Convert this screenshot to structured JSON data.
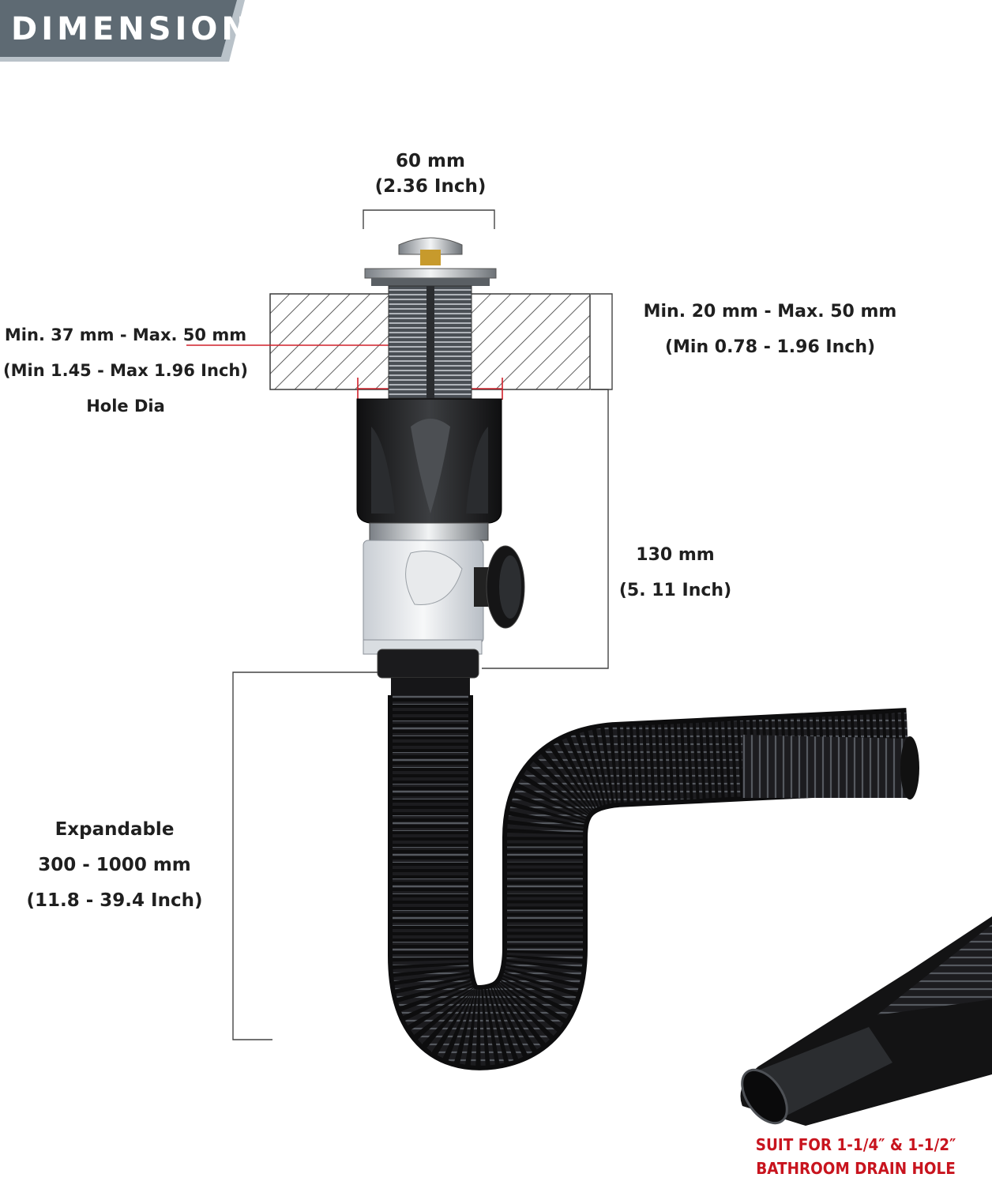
{
  "banner": {
    "title": "DIMENSION",
    "colors": {
      "dark": "#5e6a73",
      "light": "#b9c2c9"
    }
  },
  "dimensions": {
    "opening_width": {
      "metric": "60  mm",
      "imperial": "(2.36 Inch)"
    },
    "counter_thickness": {
      "metric": "Min. 20 mm - Max. 50 mm",
      "imperial": "(Min 0.78 - 1.96 Inch)"
    },
    "hole_diameter": {
      "metric": "Min. 37 mm - Max. 50 mm",
      "imperial": "(Min 1.45 - Max 1.96 Inch)",
      "label": "Hole Dia"
    },
    "body_height": {
      "metric": "130 mm",
      "imperial": "(5. 11 Inch)"
    },
    "hose_length": {
      "label": "Expandable",
      "metric": "300 - 1000 mm",
      "imperial": "(11.8 - 39.4 Inch)"
    }
  },
  "note": {
    "line1": "SUIT FOR 1-1/4″ & 1-1/2″",
    "line2": "BATHROOM DRAIN HOLE",
    "color": "#c8141e"
  },
  "icons": [
    "pop-up-stopper-icon",
    "countertop-section-icon",
    "drain-body-icon",
    "overflow-cap-icon",
    "corrugated-hose-icon",
    "hose-end-inset-icon"
  ]
}
